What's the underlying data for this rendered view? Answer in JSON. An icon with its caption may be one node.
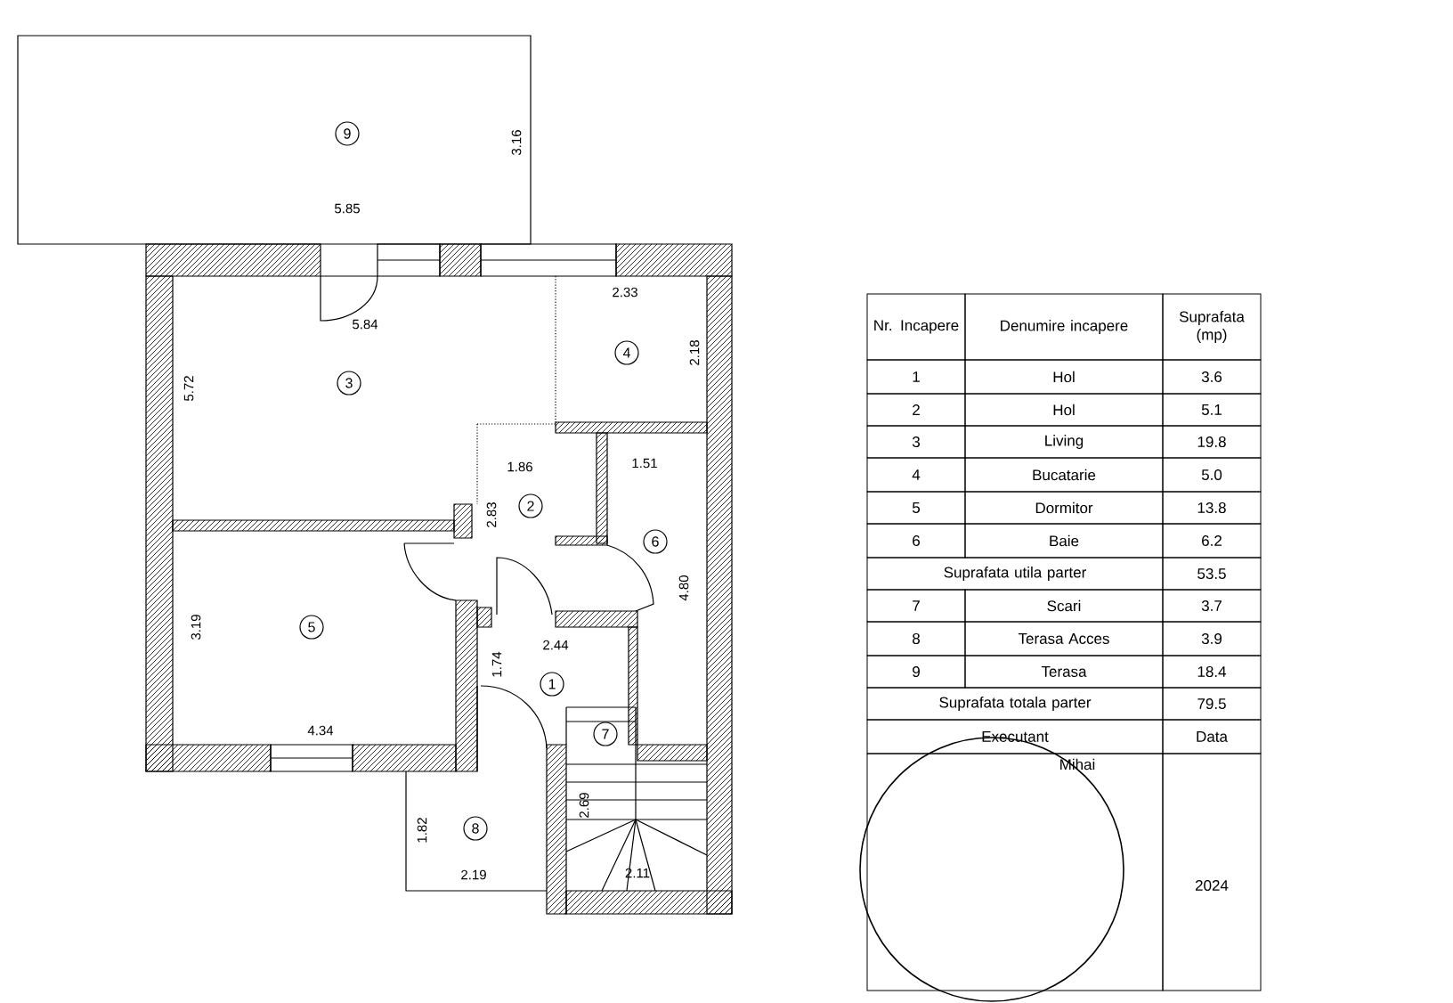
{
  "diagram": {
    "nodes": [
      {
        "text": [
          "9"
        ]
      },
      {
        "text": [
          "3"
        ]
      },
      {
        "text": [
          "4"
        ]
      },
      {
        "text": [
          "2"
        ]
      },
      {
        "text": [
          "6"
        ]
      },
      {
        "text": [
          "5"
        ]
      },
      {
        "text": [
          "1"
        ]
      },
      {
        "text": [
          "7"
        ]
      },
      {
        "text": [
          "8"
        ]
      }
    ],
    "labels": [
      "5.85",
      "3.16",
      "5.84",
      "5.72",
      "2.33",
      "2.18",
      "1.86",
      "2.83",
      "1.51",
      "4.80",
      "3.19",
      "4.34",
      "2.44",
      "1.74",
      "2.69",
      "2.11",
      "1.82",
      "2.19",
      "Nr. Incapere",
      "Denumire incapere",
      "Suprafata (mp)",
      "1",
      "Hol",
      "3.6",
      "2",
      "Hol",
      "5.1",
      "3",
      "Living",
      "19.8",
      "4",
      "Bucatarie",
      "5.0",
      "5",
      "Dormitor",
      "13.8",
      "6",
      "Baie",
      "6.2",
      "Suprafata utila parter",
      "53.5",
      "7",
      "Scari",
      "3.7",
      "8",
      "Terasa Acces",
      "3.9",
      "9",
      "Terasa",
      "18.4",
      "Suprafata totala parter",
      "79.5",
      "Executant",
      "Data",
      "Mihai",
      "2024"
    ]
  }
}
